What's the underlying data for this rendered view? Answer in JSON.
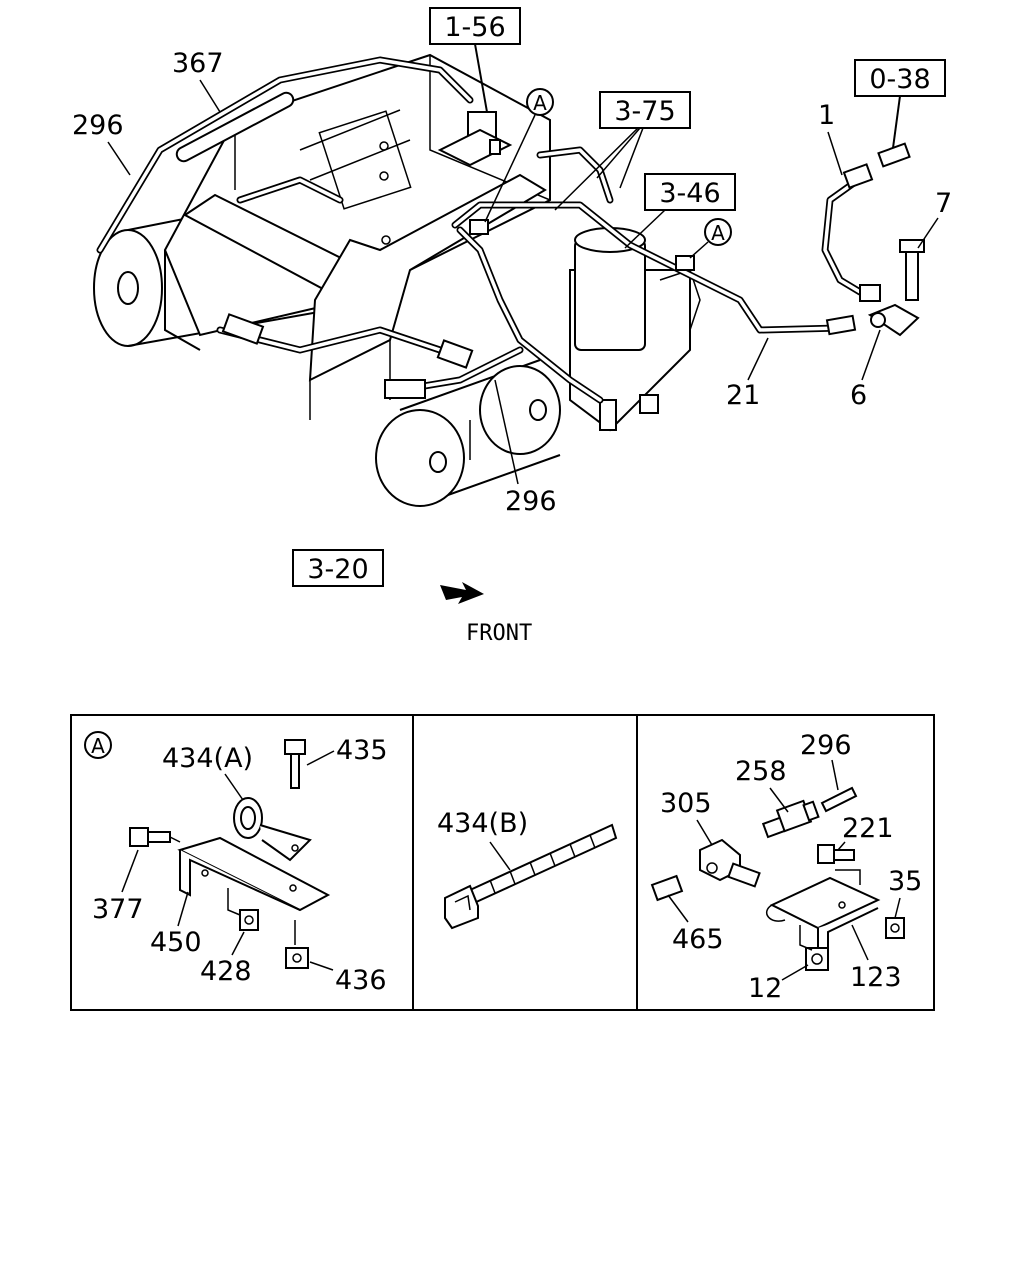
{
  "references": {
    "r1_56": "1-56",
    "r0_38": "0-38",
    "r3_75": "3-75",
    "r3_46": "3-46",
    "r3_20": "3-20"
  },
  "callouts": {
    "c367": "367",
    "c296_top": "296",
    "c1": "1",
    "c7": "7",
    "c21": "21",
    "c6": "6",
    "c296_mid": "296"
  },
  "detail_markers": {
    "a_top": "A",
    "a_right": "A",
    "a_panel": "A"
  },
  "front_label": "FRONT",
  "panel_left": {
    "c434a": "434(A)",
    "c435": "435",
    "c377": "377",
    "c450": "450",
    "c428": "428",
    "c436": "436"
  },
  "panel_middle": {
    "c434b": "434(B)"
  },
  "panel_right": {
    "c296": "296",
    "c258": "258",
    "c305": "305",
    "c221": "221",
    "c35": "35",
    "c465": "465",
    "c123": "123",
    "c12": "12"
  }
}
